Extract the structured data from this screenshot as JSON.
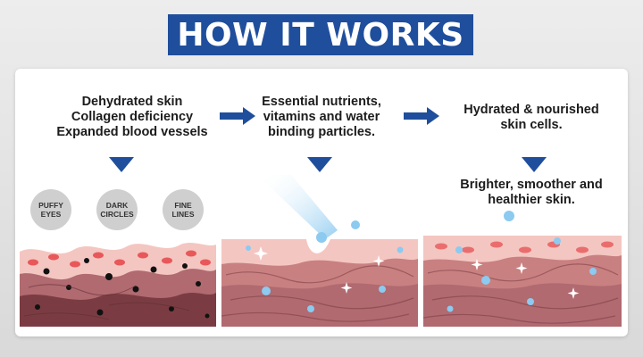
{
  "title": "HOW IT WORKS",
  "steps": [
    {
      "lines": [
        "Dehydrated skin",
        "Collagen deficiency",
        "Expanded blood vessels"
      ]
    },
    {
      "lines": [
        "Essential nutrients,",
        "vitamins and water",
        "binding particles."
      ]
    },
    {
      "lines": [
        "Hydrated & nourished",
        "skin cells."
      ]
    }
  ],
  "result": {
    "lines": [
      "Brighter, smoother and",
      "healthier skin."
    ]
  },
  "badges": [
    {
      "name": "puffy-eyes",
      "lines": [
        "PUFFY",
        "EYES"
      ]
    },
    {
      "name": "dark-circles",
      "lines": [
        "DARK",
        "CIRCLES"
      ]
    },
    {
      "name": "fine-lines",
      "lines": [
        "FINE",
        "LINES"
      ]
    }
  ],
  "colors": {
    "brand_blue": "#1f4e9c",
    "skin_pink": "#f4c6c1",
    "skin_red": "#e8585a",
    "dermis_mauve": "#b06a70",
    "dermis_dark": "#5e3034",
    "water_blue": "#8ccaf0"
  },
  "icons": [
    "arrow-right-icon",
    "triangle-down-icon",
    "water-drop-icon",
    "sparkle-icon",
    "dark-spot-icon"
  ]
}
